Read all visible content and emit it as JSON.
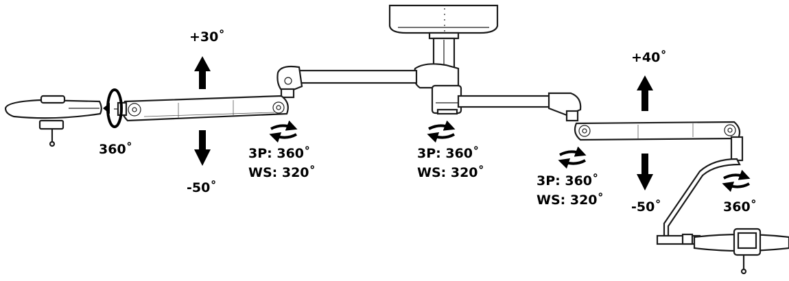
{
  "labels": {
    "left_up": "+30˚",
    "left_down": "-50˚",
    "left_head_rot": "360˚",
    "joint1_line1": "3P: 360˚",
    "joint1_line2": "WS: 320˚",
    "joint2_line1": "3P: 360˚",
    "joint2_line2": "WS: 320˚",
    "joint3_line1": "3P: 360˚",
    "joint3_line2": "WS: 320˚",
    "right_up": "+40˚",
    "right_down": "-50˚",
    "right_head_rot": "360˚"
  }
}
